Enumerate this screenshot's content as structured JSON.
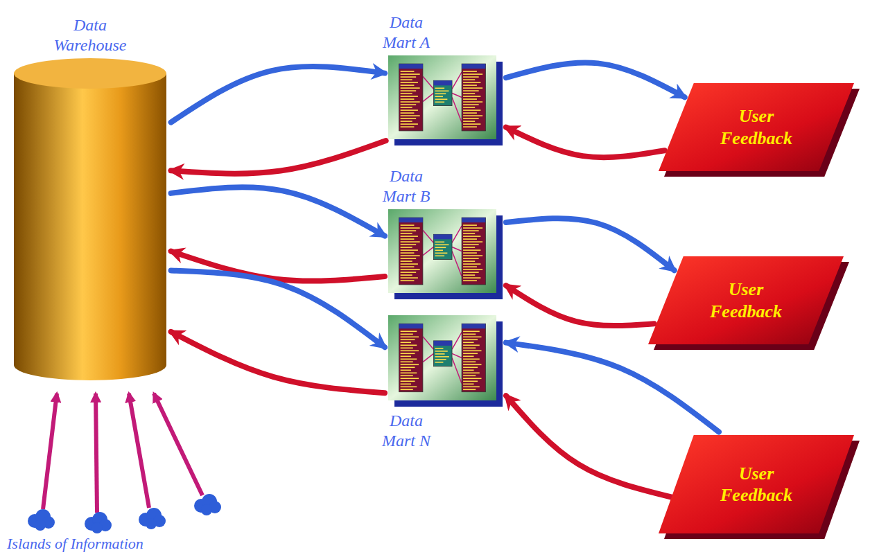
{
  "diagram": {
    "nodes": [
      {
        "text": [
          "Data Warehouse"
        ]
      },
      {
        "text": [
          "Data Mart A"
        ]
      },
      {
        "text": [
          "User Feedback"
        ]
      },
      {
        "text": [
          "Data Mart B"
        ]
      },
      {
        "text": [
          "User Feedback"
        ]
      },
      {
        "text": [
          "Data Mart N"
        ]
      },
      {
        "text": [
          "User Feedback"
        ]
      }
    ],
    "edges": [
      {
        "from": 0,
        "to": 1,
        "arrow": "to"
      },
      {
        "from": 1,
        "to": 0,
        "arrow": "to"
      },
      {
        "from": 1,
        "to": 2,
        "arrow": "to"
      },
      {
        "from": 2,
        "to": 1,
        "arrow": "to"
      },
      {
        "from": 0,
        "to": 3,
        "arrow": "to"
      },
      {
        "from": 3,
        "to": 0,
        "arrow": "to"
      },
      {
        "from": 3,
        "to": 4,
        "arrow": "to"
      },
      {
        "from": 4,
        "to": 3,
        "arrow": "to"
      },
      {
        "from": 0,
        "to": 5,
        "arrow": "to"
      },
      {
        "from": 5,
        "to": 0,
        "arrow": "to"
      },
      {
        "from": 6,
        "to": 5,
        "arrow": "to"
      },
      {
        "from": 6,
        "to": 5,
        "arrow": "to"
      }
    ],
    "labels": [
      "Islands of Information"
    ]
  }
}
